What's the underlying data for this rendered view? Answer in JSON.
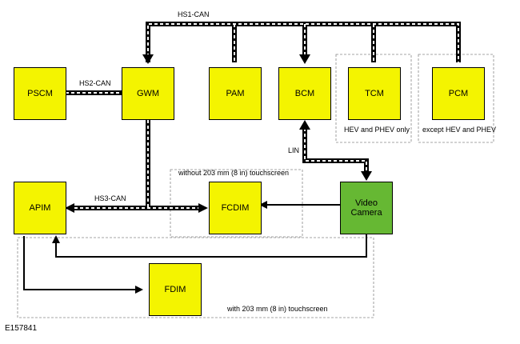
{
  "modules": {
    "pscm": "PSCM",
    "gwm": "GWM",
    "pam": "PAM",
    "bcm": "BCM",
    "tcm": "TCM",
    "pcm": "PCM",
    "apim": "APIM",
    "fcdim": "FCDIM",
    "video_camera": "Video\nCamera",
    "fdim": "FDIM"
  },
  "buses": {
    "hs1": "HS1-CAN",
    "hs2": "HS2-CAN",
    "hs3": "HS3-CAN",
    "lin": "LIN"
  },
  "notes": {
    "tcm_condition": "HEV and PHEV only",
    "pcm_condition": "except HEV and PHEV",
    "without_screen": "without 203 mm (8 in) touchscreen",
    "with_screen": "with 203 mm (8 in) touchscreen"
  },
  "figure_id": "E157841",
  "colors": {
    "module_fill": "#f4f400",
    "camera_fill": "#66b833",
    "bus_line": "#000000"
  }
}
